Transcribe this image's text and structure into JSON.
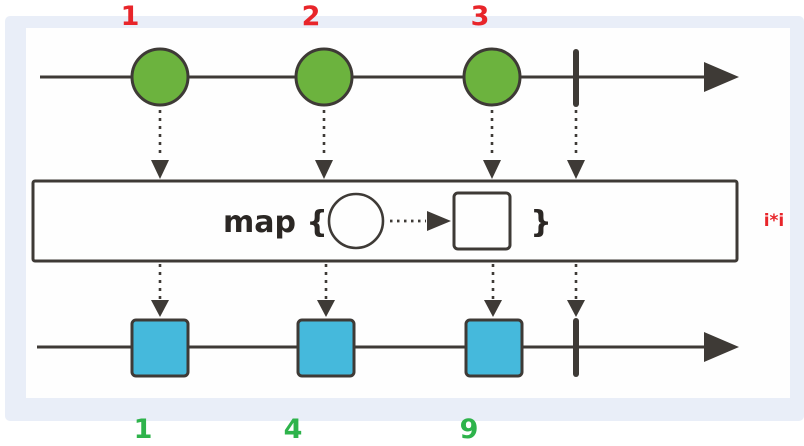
{
  "colors": {
    "panel_background": "#e9eef8",
    "canvas_background": "#fefefe",
    "stroke": "#3e3a36",
    "input_marble_fill": "#6cb33e",
    "output_marble_fill": "#45b9dc",
    "input_label_color": "#e8252a",
    "output_label_color": "#2eb34b"
  },
  "input_stream": {
    "labels": [
      "1",
      "2",
      "3"
    ]
  },
  "operator": {
    "label_open": "map {",
    "label_close": "}",
    "function_label": "i*i"
  },
  "output_stream": {
    "labels": [
      "1",
      "4",
      "9"
    ]
  }
}
